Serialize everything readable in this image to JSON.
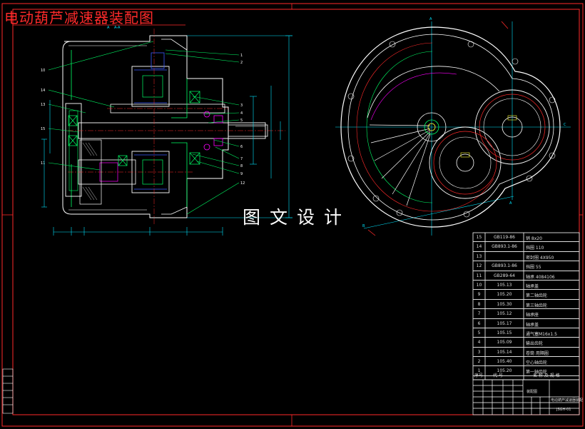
{
  "drawing": {
    "title": "电动葫芦减速器装配图",
    "watermark": "图文设计"
  },
  "bom": {
    "rows": [
      {
        "no": "15",
        "code": "GB119-86",
        "name": "销 8x20"
      },
      {
        "no": "14",
        "code": "GB893.1-86",
        "name": "挡圈 110"
      },
      {
        "no": "13",
        "code": "",
        "name": "密封圈 4X950"
      },
      {
        "no": "12",
        "code": "GB893.1-86",
        "name": "挡圈 55"
      },
      {
        "no": "11",
        "code": "GB289-64",
        "name": "轴承 4084106"
      },
      {
        "no": "10",
        "code": "105.13",
        "name": "轴承盖"
      },
      {
        "no": "9",
        "code": "105.20",
        "name": "第二轴齿轮"
      },
      {
        "no": "8",
        "code": "105.30",
        "name": "第三轴齿轮"
      },
      {
        "no": "7",
        "code": "105.12",
        "name": "轴承座"
      },
      {
        "no": "6",
        "code": "105.17",
        "name": "轴承盖"
      },
      {
        "no": "5",
        "code": "105.15",
        "name": "通气塞M16x1.5"
      },
      {
        "no": "4",
        "code": "105.09",
        "name": "输出齿轮"
      },
      {
        "no": "3",
        "code": "105.14",
        "name": "卷筒 用隔圈"
      },
      {
        "no": "2",
        "code": "105.40",
        "name": "空心轴齿轮"
      },
      {
        "no": "1",
        "code": "105.20",
        "name": "第一轴齿轮"
      }
    ],
    "header": {
      "no": "序号",
      "code": "代 号",
      "name": "名 称 及 规 格"
    }
  },
  "title_block": {
    "assembly_label": "装配图",
    "drawing_name": "电动葫芦减速器装配",
    "drawing_no": "JSGH-01"
  },
  "colors": {
    "frame": "#ff2a2a",
    "part_green": "#00ff66",
    "part_blue": "#3a5cff",
    "dim_cyan": "#00e5ff",
    "detail_magenta": "#ff00ff",
    "outline_white": "#ffffff",
    "gear_yellow": "#ffff33"
  }
}
